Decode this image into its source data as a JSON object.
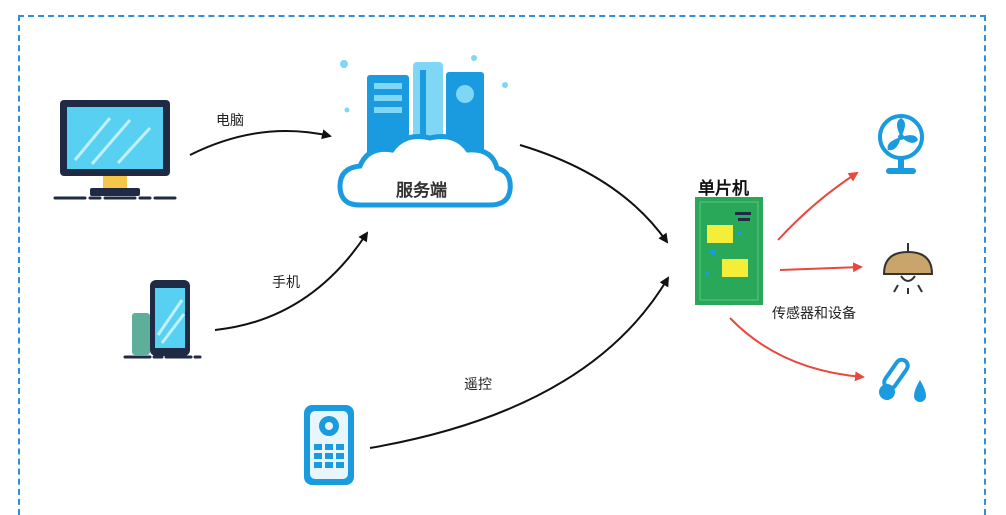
{
  "labels": {
    "computer": "电脑",
    "phone": "手机",
    "remote": "遥控",
    "server": "服务端",
    "mcu": "单片机",
    "sensors": "传感器和设备"
  },
  "colors": {
    "frame": "#2f8fd8",
    "input_arrows": "#111111",
    "output_arrows": "#e8483e",
    "icon_blue": "#1a9be0",
    "icon_light_blue": "#7fd6f5",
    "board_green": "#2aa85a",
    "chip_yellow": "#f4ee3a",
    "lamp": "#c9a56b"
  },
  "icons": [
    "monitor-icon",
    "phone-icon",
    "remote-icon",
    "cloud-server-icon",
    "microcontroller-board-icon",
    "fan-icon",
    "lamp-icon",
    "thermometer-icon"
  ]
}
